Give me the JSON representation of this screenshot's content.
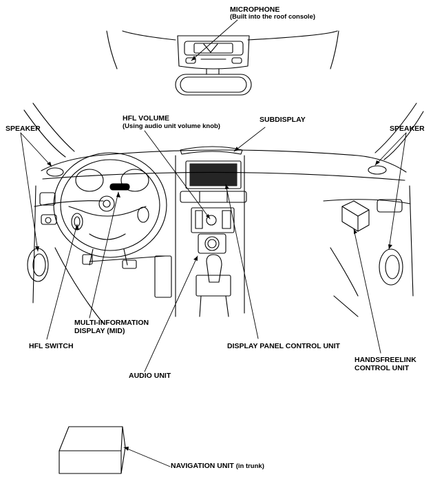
{
  "labels": {
    "microphone": "MICROPHONE",
    "microphone_note": "(Built into the roof console)",
    "speaker_left": "SPEAKER",
    "speaker_right": "SPEAKER",
    "hfl_volume": "HFL VOLUME",
    "hfl_volume_note": "(Using audio unit volume knob)",
    "subdisplay": "SUBDISPLAY",
    "mid_line1": "MULTI-INFORMATION",
    "mid_line2": "DISPLAY (MID)",
    "hfl_switch": "HFL SWITCH",
    "display_panel": "DISPLAY PANEL CONTROL UNIT",
    "hfl_control_line1": "HANDSFREELINK",
    "hfl_control_line2": "CONTROL UNIT",
    "audio_unit": "AUDIO UNIT",
    "navigation_unit": "NAVIGATION UNIT",
    "navigation_unit_note": "(in trunk)"
  },
  "colors": {
    "ink": "#000000",
    "paper": "#ffffff"
  }
}
